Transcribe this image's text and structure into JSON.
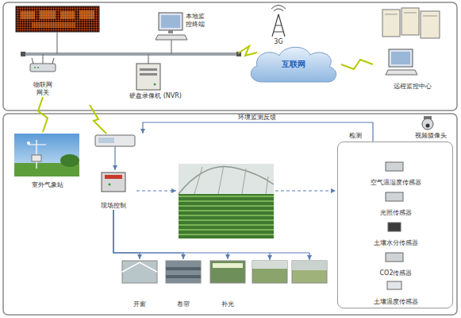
{
  "diagram": {
    "nodes": [
      {
        "text": [
          "本地监控终端"
        ]
      },
      {
        "text": [
          "3G"
        ]
      },
      {
        "text": [
          "远程监控中心"
        ]
      },
      {
        "text": [
          "物联网网关"
        ]
      },
      {
        "text": [
          "硬盘录像机 (NVR)"
        ]
      },
      {
        "text": [
          "互联网"
        ]
      },
      {
        "text": [
          "视频摄像头"
        ]
      },
      {
        "text": [
          "室外气象站"
        ]
      },
      {
        "text": [
          "现场控制"
        ]
      },
      {
        "text": [
          "检测"
        ]
      },
      {
        "text": [
          "空气温湿度传感器"
        ],
        "in": 9
      },
      {
        "text": [
          "光照传感器"
        ],
        "in": 9
      },
      {
        "text": [
          "土壤水分传感器"
        ],
        "in": 9
      },
      {
        "text": [
          "CO2传感器"
        ],
        "in": 9
      },
      {
        "text": [
          "土壤温度传感器"
        ],
        "in": 9
      },
      {
        "text": [
          "开窗"
        ]
      },
      {
        "text": [
          "卷帘"
        ]
      },
      {
        "text": [
          "补光"
        ]
      }
    ],
    "edges": [
      {
        "from": 5,
        "to": 2,
        "arrow": "none"
      },
      {
        "from": 3,
        "to": 7,
        "arrow": "none"
      },
      {
        "from": 8,
        "to": 15,
        "arrow": "to"
      },
      {
        "from": 8,
        "to": 16,
        "arrow": "to"
      },
      {
        "from": 8,
        "to": 17,
        "arrow": "to"
      }
    ],
    "labels": [
      "环境监测反馈"
    ]
  }
}
